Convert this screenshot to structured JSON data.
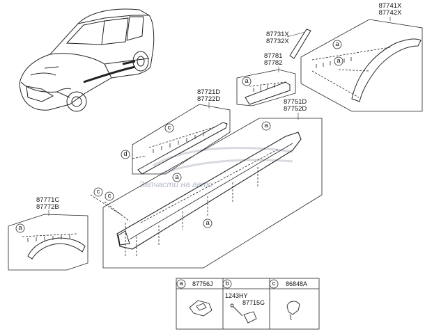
{
  "labels": {
    "p87741X": "87741X",
    "p87742X": "87742X",
    "p87731X": "87731X",
    "p87732X": "87732X",
    "p87781": "87781",
    "p87782": "87782",
    "p87721D": "87721D",
    "p87722D": "87722D",
    "p87751D": "87751D",
    "p87752D": "87752D",
    "p87771C": "87771C",
    "p87772B": "87772B"
  },
  "callout_letters": {
    "a": "a",
    "b": "b",
    "c": "c",
    "d": "d"
  },
  "legend": {
    "a": {
      "letter": "a",
      "code": "87756J"
    },
    "b": {
      "letter": "b",
      "code1": "1243HY",
      "code2": "87715G"
    },
    "c": {
      "letter": "c",
      "code": "86848A"
    }
  },
  "watermark": "Запчасти на авто"
}
